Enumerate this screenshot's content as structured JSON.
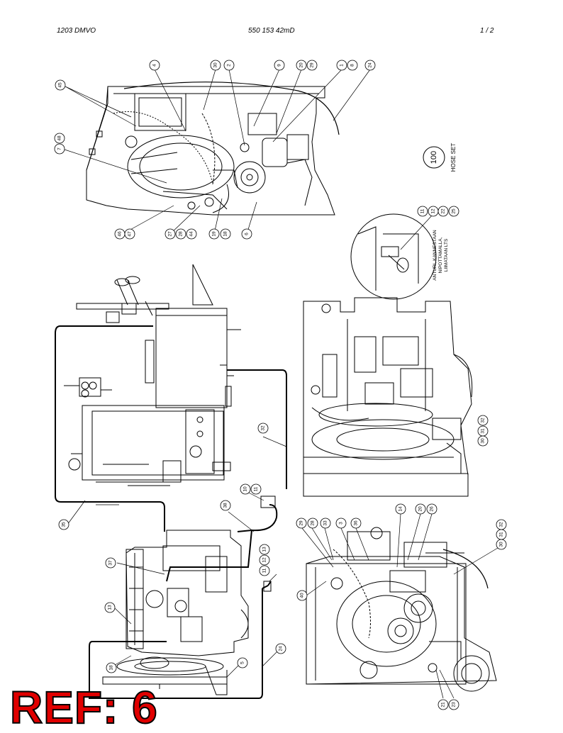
{
  "header": {
    "left": "1203 DMVO",
    "center": "550 153 42mD",
    "right": "1 /   2"
  },
  "hose_set": {
    "number": "100",
    "label": "HOSE SET"
  },
  "note_lines": [
    "ANTURI, KANNESTAAN",
    "NIPOTTAMALLA,",
    "LIIMATAAN LTS"
  ],
  "ref_label": "REF: 6",
  "callouts": {
    "top": [
      "45",
      "48",
      "7",
      "4",
      "30",
      "2",
      "9",
      "20",
      "29",
      "1",
      "8",
      "24",
      "46",
      "47",
      "27",
      "28",
      "44",
      "19",
      "18",
      "6"
    ],
    "detail": [
      "11",
      "12",
      "22",
      "25"
    ],
    "middle": [
      "32",
      "10",
      "11",
      "38",
      "35",
      "32",
      "31",
      "30"
    ],
    "left_bottom": [
      "37",
      "13",
      "18",
      "5",
      "24",
      "11",
      "12",
      "13"
    ],
    "right_bottom": [
      "29",
      "28",
      "33",
      "3",
      "36",
      "14",
      "20",
      "26",
      "32",
      "31",
      "30",
      "40",
      "21",
      "23"
    ]
  }
}
